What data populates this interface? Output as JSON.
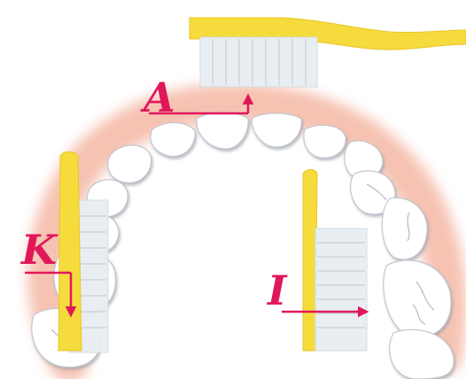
{
  "labels": {
    "a": "A",
    "k": "K",
    "i": "I"
  },
  "colors": {
    "label": "#e0185a",
    "brush_handle": "#f5dc3c",
    "gum_glow": "#f6bfae",
    "tooth_fill": "#ffffff",
    "tooth_shade": "#c9ccd2",
    "bristle": "#e9eef2"
  },
  "icons": [
    "toothbrush-top-icon",
    "toothbrush-left-icon",
    "toothbrush-right-icon"
  ]
}
